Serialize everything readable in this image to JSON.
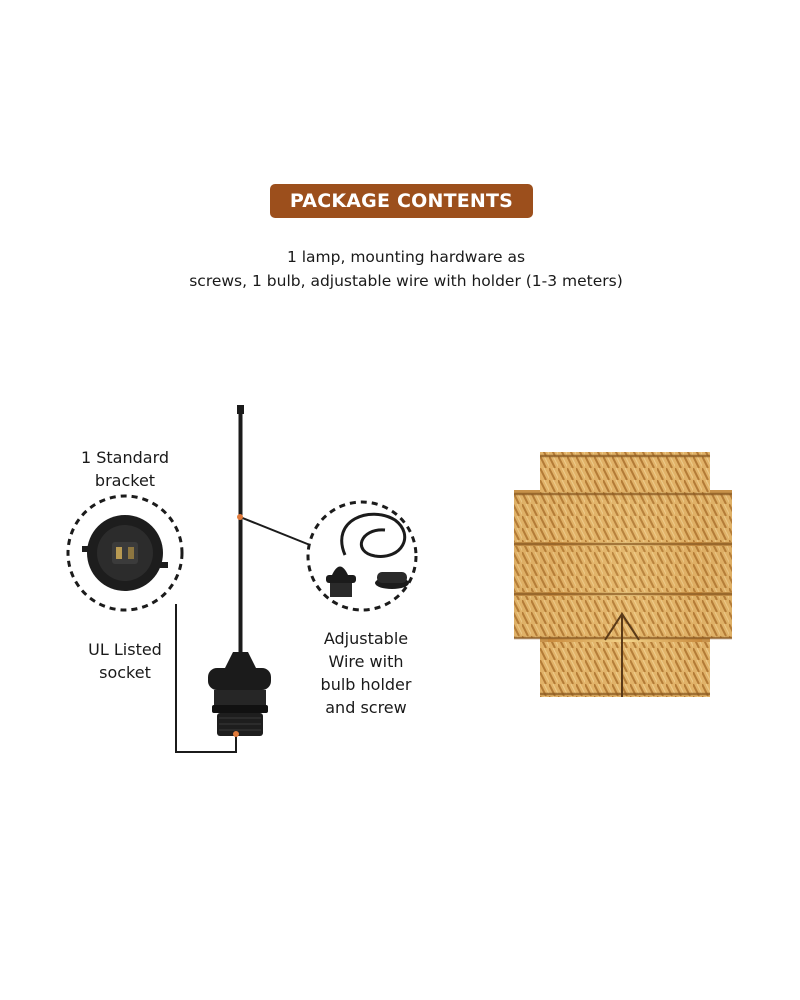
{
  "header": {
    "badge_text": "PACKAGE CONTENTS",
    "badge_color": "#9c4f1c"
  },
  "description": {
    "line1": "1 lamp, mounting hardware as",
    "line2": "screws, 1 bulb, adjustable wire with holder (1-3 meters)"
  },
  "labels": {
    "bracket_line1": "1 Standard",
    "bracket_line2": "bracket",
    "socket_line1": "UL Listed",
    "socket_line2": "socket",
    "wire_line1": "Adjustable",
    "wire_line2": "Wire with",
    "wire_line3": "bulb holder",
    "wire_line4": "and screw"
  },
  "colors": {
    "accent_dot": "#e07a3a",
    "rattan": "#d6a45a",
    "hardware": "#1b1b1b"
  },
  "images": {
    "pendant_kit": "pendant-kit-illustration",
    "socket_closeup": "socket-closeup-icon",
    "wire_closeup": "wire-holder-closeup-icon",
    "shade": "rattan-lamp-shade"
  }
}
